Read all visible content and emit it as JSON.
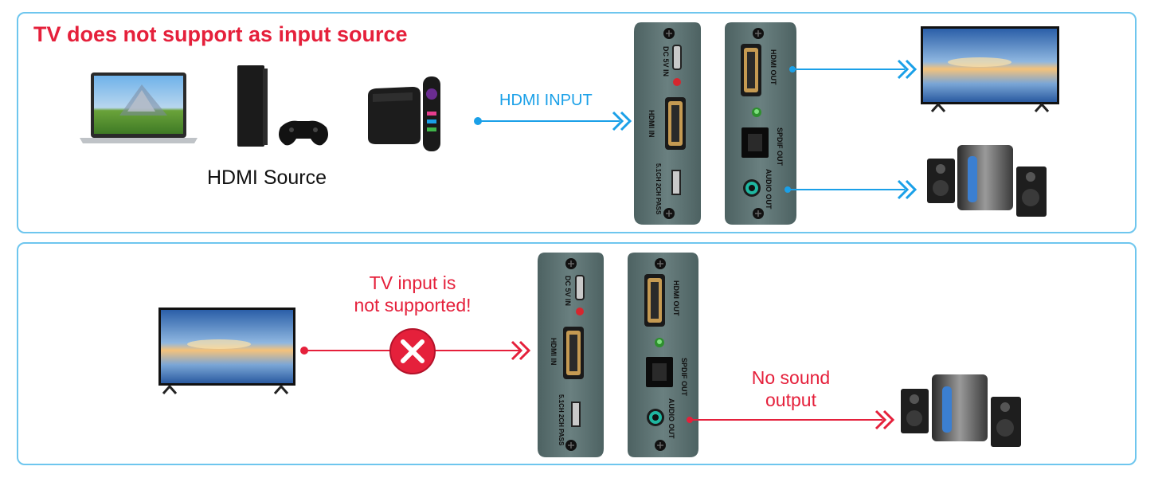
{
  "top_panel": {
    "title": "TV does not support as input source",
    "source_label": "HDMI Source",
    "input_label": "HDMI INPUT"
  },
  "bottom_panel": {
    "tv_warning": [
      "TV input is",
      "not supported!"
    ],
    "sound_warning": [
      "No sound",
      "output"
    ]
  },
  "device_ports": {
    "dc_in": "DC 5V IN",
    "hdmi_in": "HDMI IN",
    "pass_switch": "5.1CH 2CH PASS",
    "hdmi_out": "HDMI OUT",
    "spdif_out": "SPDIF OUT",
    "audio_out": "AUDIO OUT"
  },
  "colors": {
    "panel_border": "#6ec6ee",
    "title_red": "#e5203b",
    "arrow_blue": "#1aa0e8",
    "arrow_red": "#e5203b",
    "device_body": "#5f7575",
    "hdmi_gold": "#c59a52"
  },
  "icons": [
    "laptop-icon",
    "game-console-icon",
    "streaming-box-icon",
    "remote-icon",
    "tv-icon",
    "speaker-system-icon",
    "error-x-icon",
    "double-chevron-arrow-icon"
  ]
}
